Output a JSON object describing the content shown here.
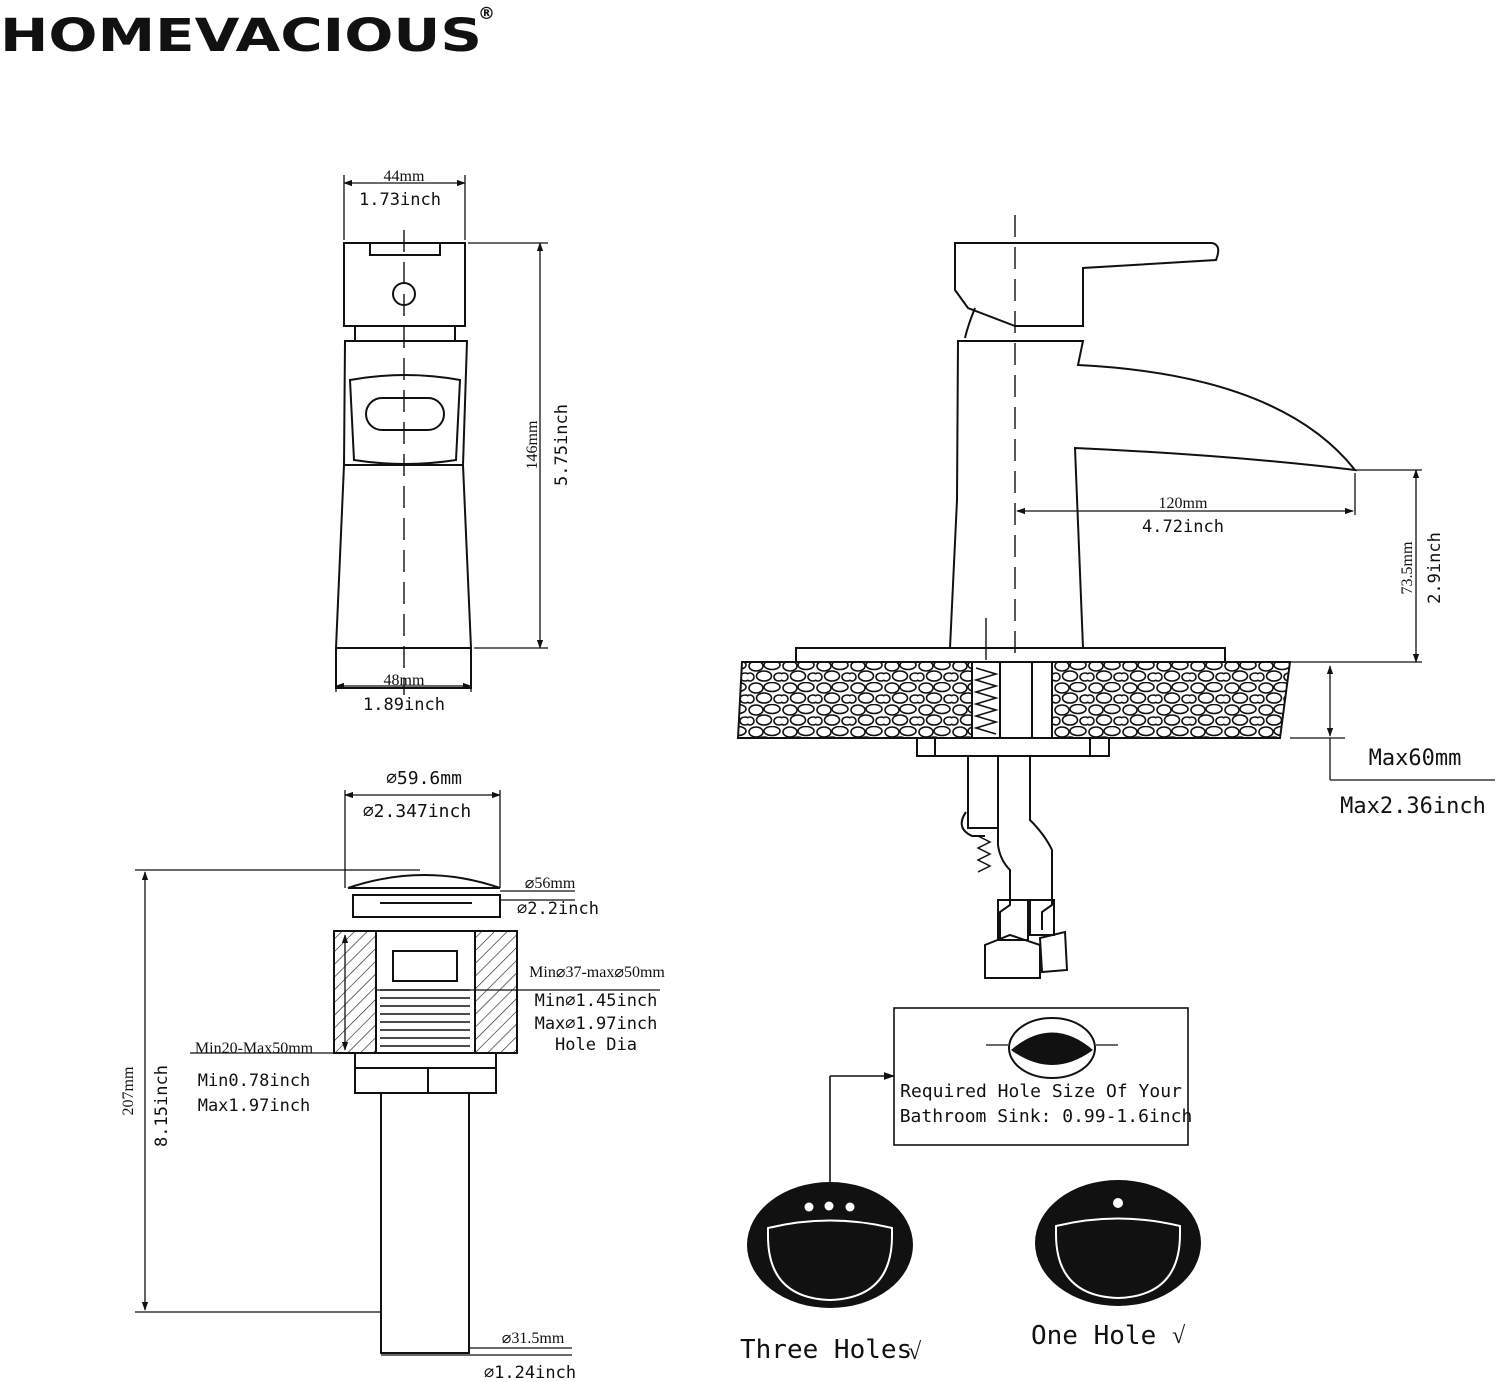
{
  "brand": {
    "name": "HOMEVACIOUS",
    "mark": "®"
  },
  "front_view": {
    "top_width_mm": "44mm",
    "top_width_in": "1.73inch",
    "height_mm": "146mm",
    "height_in": "5.75inch",
    "base_width_mm": "48mm",
    "base_width_in": "1.89inch"
  },
  "side_view": {
    "reach_mm": "120mm",
    "reach_in": "4.72inch",
    "spout_height_mm": "73.5mm",
    "spout_height_in": "2.9inch",
    "deck_max_mm": "Max60mm",
    "deck_max_in": "Max2.36inch"
  },
  "drain": {
    "cap_dia_mm": "⌀59.6mm",
    "cap_dia_in": "⌀2.347inch",
    "flange_dia_mm": "⌀56mm",
    "flange_dia_in": "⌀2.2inch",
    "hole_range_mm": "Min⌀37-max⌀50mm",
    "hole_min_in": "Min⌀1.45inch",
    "hole_max_in": "Max⌀1.97inch",
    "hole_label": "Hole Dia",
    "thickness_mm": "Min20-Max50mm",
    "thickness_min_in": "Min0.78inch",
    "thickness_max_in": "Max1.97inch",
    "total_height_mm": "207mm",
    "total_height_in": "8.15inch",
    "tail_dia_mm": "⌀31.5mm",
    "tail_dia_in": "⌀1.24inch"
  },
  "hole_note": {
    "line1": "Required Hole Size Of Your",
    "line2": "Bathroom Sink: 0.99-1.6inch"
  },
  "sinks": {
    "three_label": "Three Holes",
    "one_label": "One Hole",
    "check": "√"
  }
}
